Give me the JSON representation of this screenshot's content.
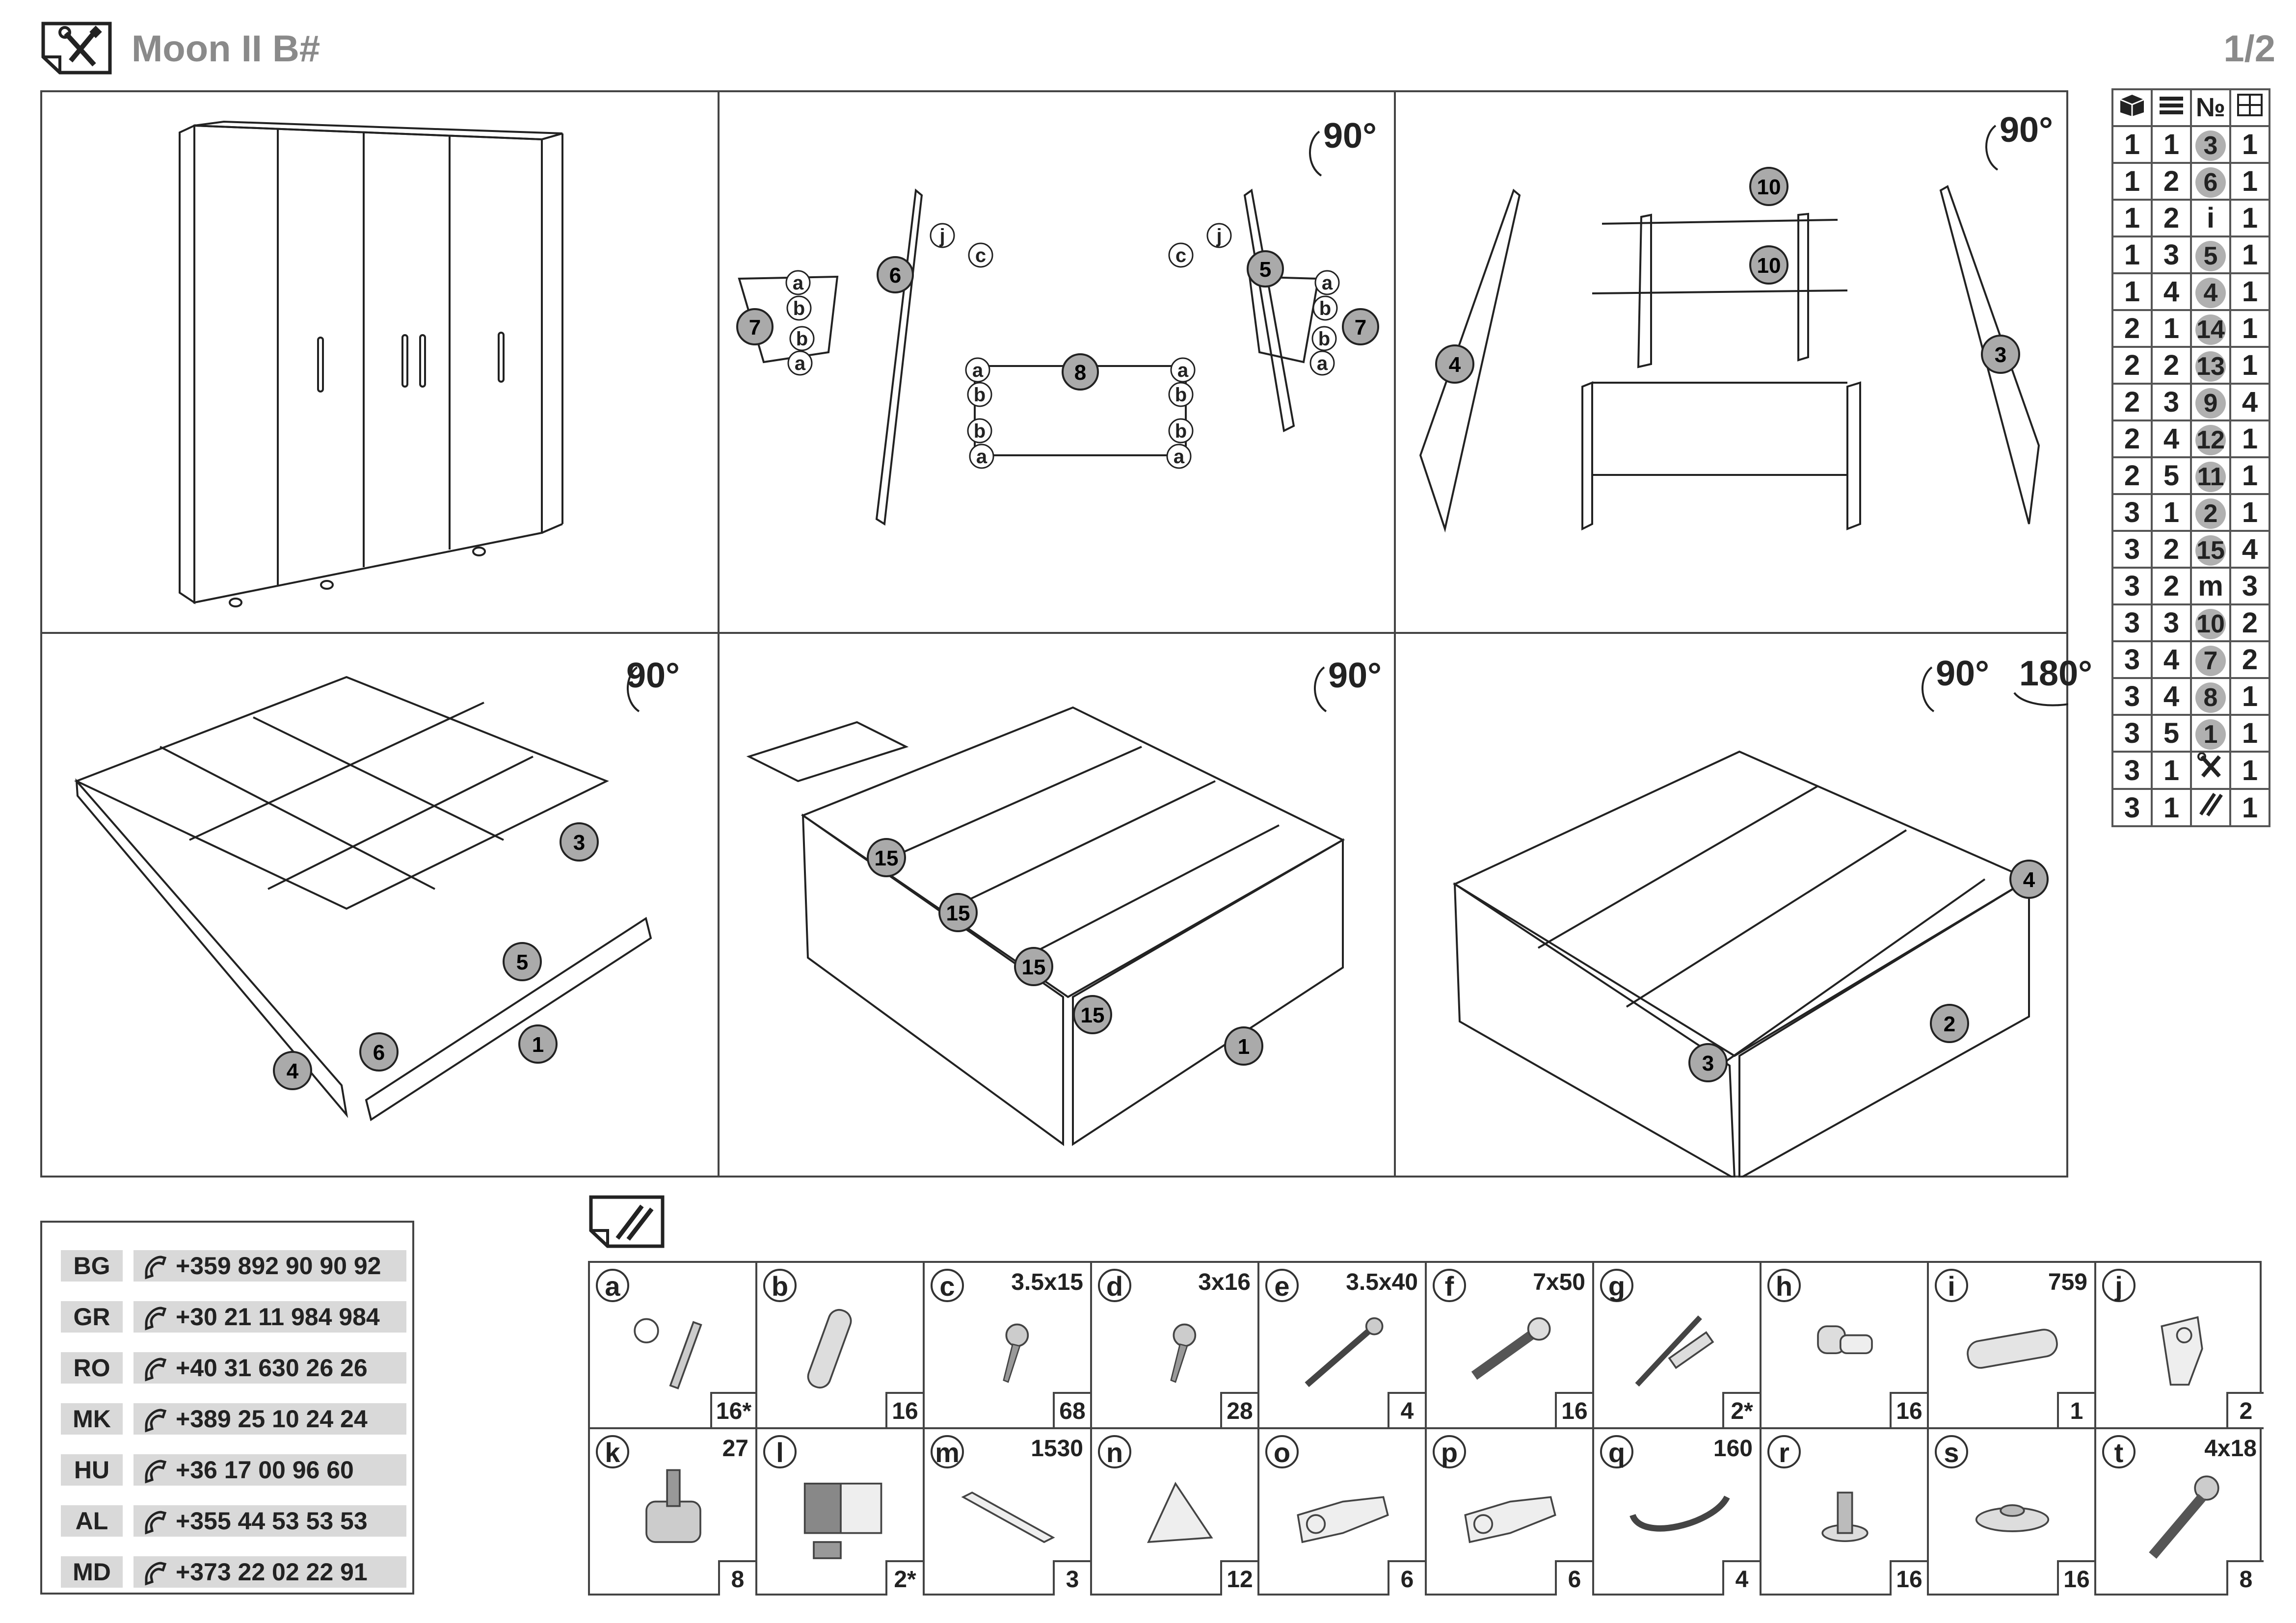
{
  "header": {
    "title": "Moon II B#",
    "page": "1/2"
  },
  "steps": [
    {
      "rotation": ""
    },
    {
      "rotation": "90°",
      "circles": [
        "6",
        "7",
        "5",
        "7",
        "8"
      ],
      "letters": [
        "j",
        "c",
        "c",
        "j",
        "a",
        "b",
        "b",
        "a",
        "a",
        "b",
        "b",
        "a",
        "a",
        "b",
        "b",
        "a",
        "a",
        "b",
        "b",
        "a"
      ]
    },
    {
      "rotation": "90°",
      "circles": [
        "10",
        "10",
        "4",
        "3"
      ]
    },
    {
      "rotation": "90°",
      "circles": [
        "3",
        "5",
        "6",
        "1",
        "4"
      ]
    },
    {
      "rotation": "90°",
      "circles": [
        "15",
        "15",
        "15",
        "15",
        "1"
      ]
    },
    {
      "rotation": "90°",
      "rotation2": "180°",
      "circles": [
        "4",
        "2",
        "3"
      ]
    }
  ],
  "order_table": {
    "header_icons": [
      "box-icon",
      "layers-icon",
      "№",
      "grid-icon"
    ],
    "rows": [
      [
        "1",
        "1",
        "3",
        "1"
      ],
      [
        "1",
        "2",
        "6",
        "1"
      ],
      [
        "1",
        "2",
        "i",
        "1"
      ],
      [
        "1",
        "3",
        "5",
        "1"
      ],
      [
        "1",
        "4",
        "4",
        "1"
      ],
      [
        "2",
        "1",
        "14",
        "1"
      ],
      [
        "2",
        "2",
        "13",
        "1"
      ],
      [
        "2",
        "3",
        "9",
        "4"
      ],
      [
        "2",
        "4",
        "12",
        "1"
      ],
      [
        "2",
        "5",
        "11",
        "1"
      ],
      [
        "3",
        "1",
        "2",
        "1"
      ],
      [
        "3",
        "2",
        "15",
        "4"
      ],
      [
        "3",
        "2",
        "m",
        "3"
      ],
      [
        "3",
        "3",
        "10",
        "2"
      ],
      [
        "3",
        "4",
        "7",
        "2"
      ],
      [
        "3",
        "4",
        "8",
        "1"
      ],
      [
        "3",
        "5",
        "1",
        "1"
      ],
      [
        "3",
        "1",
        "tools",
        "1"
      ],
      [
        "3",
        "1",
        "pins",
        "1"
      ]
    ]
  },
  "phones": [
    {
      "code": "BG",
      "number": "+359 892 90 90 92"
    },
    {
      "code": "GR",
      "number": "+30 21 11 984 984"
    },
    {
      "code": "RO",
      "number": "+40 31 630 26 26"
    },
    {
      "code": "MK",
      "number": "+389 25 10 24 24"
    },
    {
      "code": "HU",
      "number": "+36 17 00 96 60"
    },
    {
      "code": "AL",
      "number": "+355 44 53 53 53"
    },
    {
      "code": "MD",
      "number": "+373 22 02 22 91"
    }
  ],
  "hardware": [
    {
      "letter": "a",
      "size": "",
      "qty": "16*",
      "icon": "cam-lock-bolt"
    },
    {
      "letter": "b",
      "size": "",
      "qty": "16",
      "icon": "wood-dowel"
    },
    {
      "letter": "c",
      "size": "3.5x15",
      "qty": "68",
      "icon": "screw"
    },
    {
      "letter": "d",
      "size": "3x16",
      "qty": "28",
      "icon": "screw"
    },
    {
      "letter": "e",
      "size": "3.5x40",
      "qty": "4",
      "icon": "long-screw"
    },
    {
      "letter": "f",
      "size": "7x50",
      "qty": "16",
      "icon": "confirmat-screw"
    },
    {
      "letter": "g",
      "size": "",
      "qty": "2*",
      "icon": "screw-with-plug"
    },
    {
      "letter": "h",
      "size": "",
      "qty": "16",
      "icon": "shelf-pin"
    },
    {
      "letter": "i",
      "size": "759",
      "qty": "1",
      "icon": "rail"
    },
    {
      "letter": "j",
      "size": "",
      "qty": "2",
      "icon": "rail-bracket"
    },
    {
      "letter": "k",
      "size": "27",
      "qty": "8",
      "icon": "leveling-foot"
    },
    {
      "letter": "l",
      "size": "",
      "qty": "2*",
      "icon": "wall-bracket"
    },
    {
      "letter": "m",
      "size": "1530",
      "qty": "3",
      "icon": "profile"
    },
    {
      "letter": "n",
      "size": "",
      "qty": "12",
      "icon": "corner-bracket"
    },
    {
      "letter": "o",
      "size": "",
      "qty": "6",
      "icon": "hinge"
    },
    {
      "letter": "p",
      "size": "",
      "qty": "6",
      "icon": "hinge"
    },
    {
      "letter": "q",
      "size": "160",
      "qty": "4",
      "icon": "handle"
    },
    {
      "letter": "r",
      "size": "",
      "qty": "16",
      "icon": "nail-glide"
    },
    {
      "letter": "s",
      "size": "",
      "qty": "16",
      "icon": "door-buffer"
    },
    {
      "letter": "t",
      "size": "4x18",
      "qty": "8",
      "icon": "handle-screw"
    }
  ]
}
